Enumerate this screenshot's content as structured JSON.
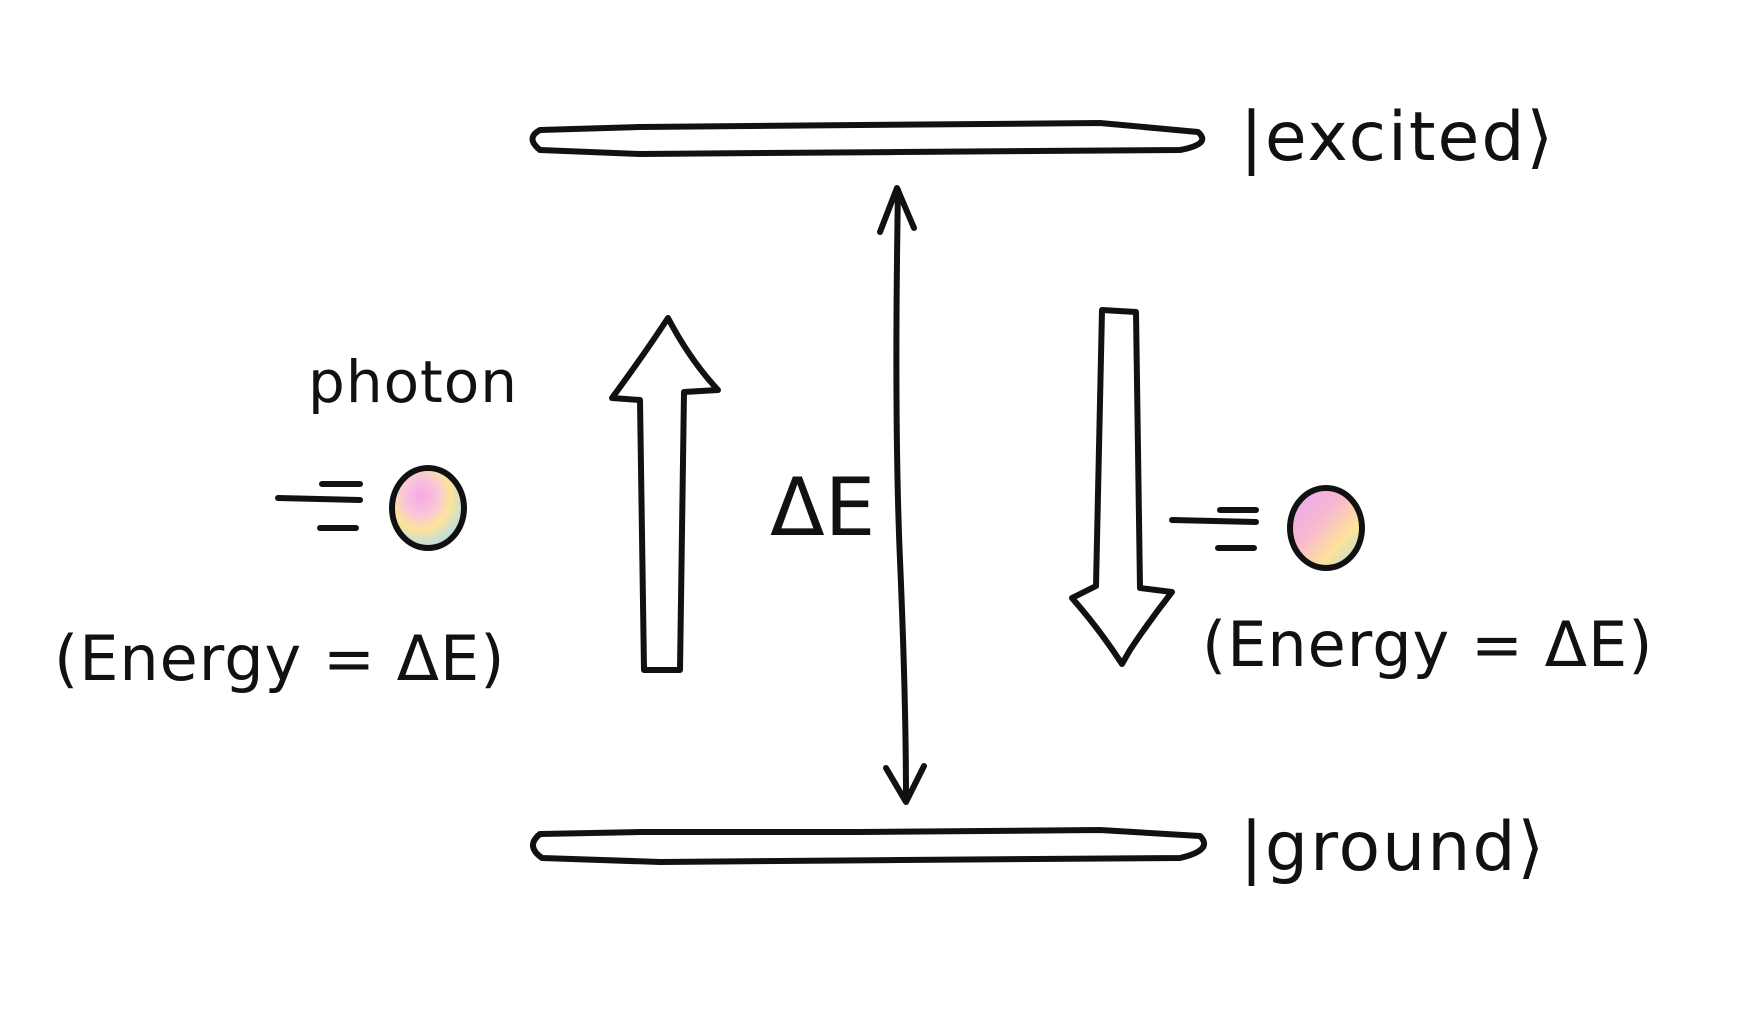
{
  "levels": {
    "excited": {
      "label": "|excited⟩",
      "color": "#d6a3f2"
    },
    "ground": {
      "label": "|ground⟩",
      "color": "#ff88e8"
    }
  },
  "gap": {
    "label": "ΔE"
  },
  "absorption": {
    "photon_label": "photon",
    "energy_label": "(Energy = ΔE)",
    "arrow_color": "#fdd870",
    "direction": "up"
  },
  "emission": {
    "energy_label": "(Energy = ΔE)",
    "arrow_color": "#6ac5ee",
    "direction": "down"
  },
  "icons": {
    "photon": "photon-ball-icon",
    "motion": "speed-lines-icon"
  }
}
